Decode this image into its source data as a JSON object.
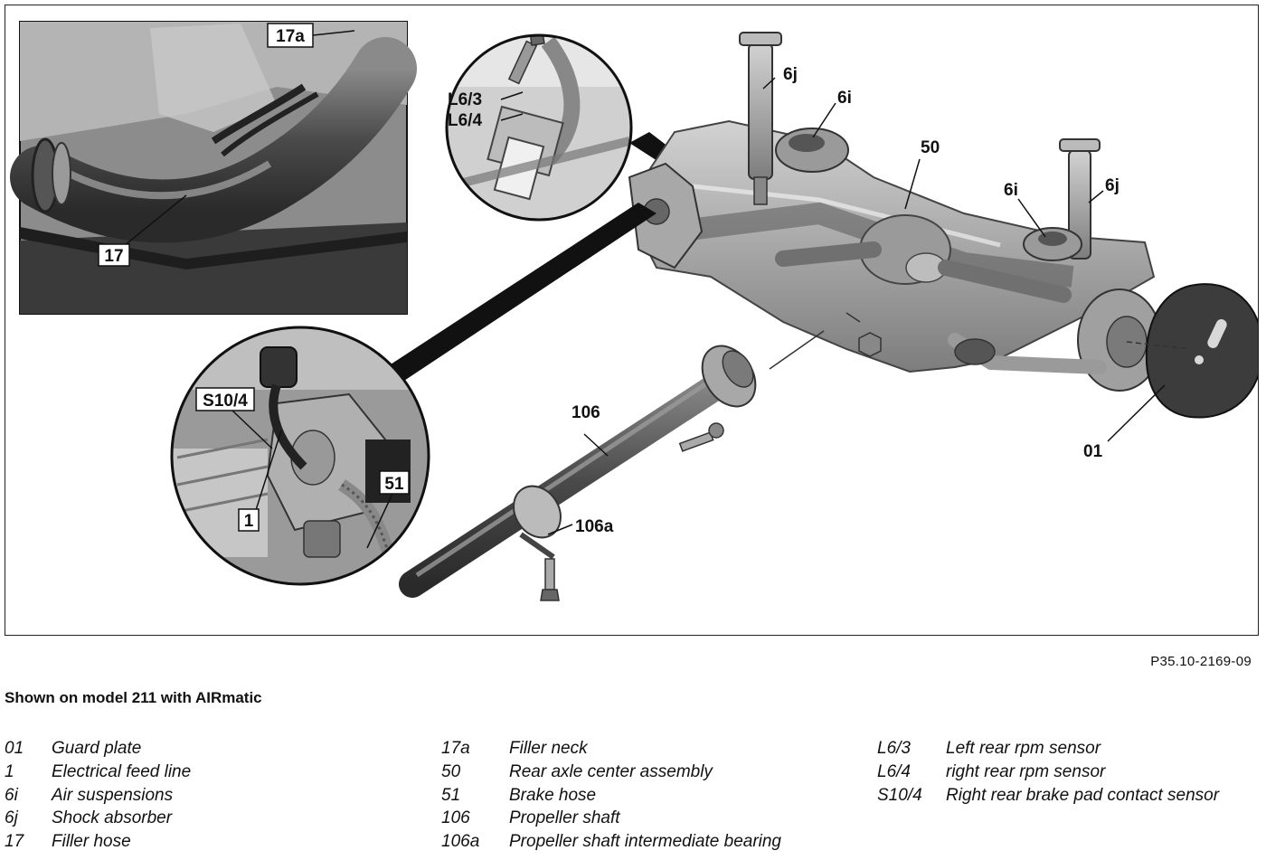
{
  "callouts": {
    "c17a": "17a",
    "c17": "17",
    "cL63": "L6/3",
    "cL64": "L6/4",
    "c6j_left": "6j",
    "c6i_left": "6i",
    "c50": "50",
    "c6i_right": "6i",
    "c6j_right": "6j",
    "cS104": "S10/4",
    "c51": "51",
    "c1": "1",
    "c106": "106",
    "c106a": "106a",
    "c01": "01"
  },
  "figure_ref": "P35.10-2169-09",
  "caption": "Shown on model 211 with AIRmatic",
  "legend": {
    "col1": [
      {
        "code": "01",
        "desc": "Guard plate"
      },
      {
        "code": "1",
        "desc": "Electrical feed line"
      },
      {
        "code": "6i",
        "desc": "Air suspensions"
      },
      {
        "code": "6j",
        "desc": "Shock absorber"
      },
      {
        "code": "17",
        "desc": "Filler hose"
      }
    ],
    "col2": [
      {
        "code": "17a",
        "desc": "Filler neck"
      },
      {
        "code": "50",
        "desc": "Rear axle center assembly"
      },
      {
        "code": "51",
        "desc": "Brake hose"
      },
      {
        "code": "106",
        "desc": "Propeller shaft"
      },
      {
        "code": "106a",
        "desc": "Propeller shaft intermediate bearing"
      }
    ],
    "col3": [
      {
        "code": "L6/3",
        "desc": "Left rear rpm sensor"
      },
      {
        "code": "L6/4",
        "desc": "right rear rpm sensor"
      },
      {
        "code": "S10/4",
        "desc": "Right rear brake pad contact sensor"
      }
    ]
  }
}
